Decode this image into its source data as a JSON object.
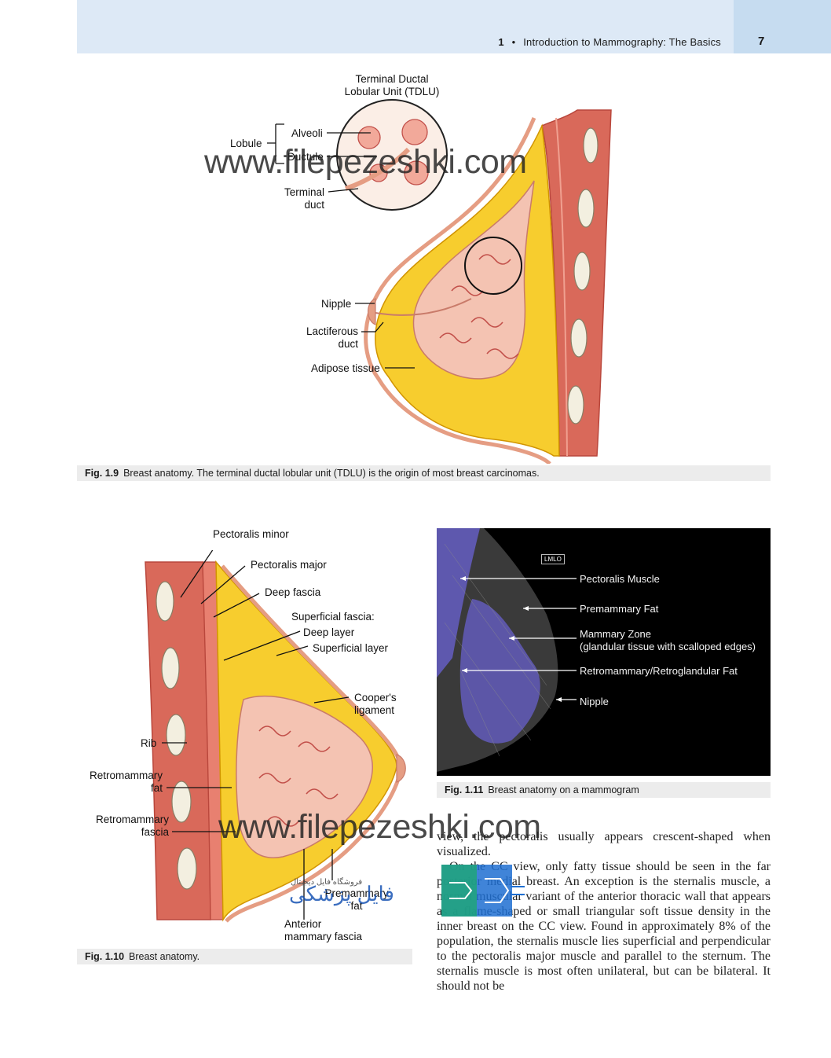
{
  "header": {
    "chapter_number": "1",
    "bullet": "•",
    "chapter_title": "Introduction to Mammography: The Basics",
    "page_number": "7"
  },
  "fig9": {
    "labels": {
      "tdlu_line1": "Terminal Ductal",
      "tdlu_line2": "Lobular Unit (TDLU)",
      "lobule": "Lobule",
      "alveoli": "Alveoli",
      "ductule": "Ductule",
      "terminal_line1": "Terminal",
      "terminal_line2": "duct",
      "nipple": "Nipple",
      "lactiferous_line1": "Lactiferous",
      "lactiferous_line2": "duct",
      "adipose": "Adipose tissue"
    },
    "caption_label": "Fig. 1.9",
    "caption_text": "Breast anatomy. The terminal ductal lobular unit (TDLU) is the origin of most breast carcinomas."
  },
  "fig10": {
    "labels": {
      "pectoralis_minor": "Pectoralis minor",
      "pectoralis_major": "Pectoralis major",
      "deep_fascia": "Deep fascia",
      "superficial_fascia": "Superficial fascia:",
      "deep_layer": "Deep layer",
      "superficial_layer": "Superficial layer",
      "coopers_line1": "Cooper's",
      "coopers_line2": "ligament",
      "rib": "Rib",
      "retromammary_fat_line1": "Retromammary",
      "retromammary_fat_line2": "fat",
      "retromammary_fascia_line1": "Retromammary",
      "retromammary_fascia_line2": "fascia",
      "premammary_line1": "Premammary",
      "premammary_line2": "fat",
      "anterior_line1": "Anterior",
      "anterior_line2": "mammary fascia"
    },
    "caption_label": "Fig. 1.10",
    "caption_text": "Breast anatomy."
  },
  "fig11": {
    "marker": "LMLO",
    "labels": {
      "pectoralis_muscle": "Pectoralis Muscle",
      "premammary_fat": "Premammary Fat",
      "mammary_zone_line1": "Mammary Zone",
      "mammary_zone_line2": "(glandular tissue with scalloped edges)",
      "retromammary": "Retromammary/Retroglandular Fat",
      "nipple": "Nipple"
    },
    "caption_label": "Fig. 1.11",
    "caption_text": "Breast anatomy on a mammogram"
  },
  "body": {
    "paragraph_1": "view, the pectoralis usually appears crescent-shaped when visualized.",
    "paragraph_2": "On the CC view, only fatty tissue should be seen in the far posterior medial breast. An exception is the sternalis muscle, a normal muscular variant of the anterior thoracic wall that appears as a flame-shaped or small triangular soft tissue density in the inner breast on the CC view. Found in approximately 8% of the population, the sternalis muscle lies superficial and perpendicular to the pectoralis major muscle and parallel to the sternum. The sternalis muscle is most often unilateral, but can be bilateral. It should not be"
  },
  "watermark": {
    "text": "www.filepezeshki.com",
    "arabic": "فایل پزشکی",
    "arabic_small": "فروشگاه فایل دیجیتال"
  },
  "colors": {
    "header_band": "#dde9f6",
    "header_tab": "#c6dcf0",
    "caption_bg": "#ececec",
    "muscle": "#d9695a",
    "fat": "#f7cd2e",
    "skin": "#f2bda6",
    "gland": "#f4c3b2",
    "mammo_overlay": "#6b63d6"
  }
}
